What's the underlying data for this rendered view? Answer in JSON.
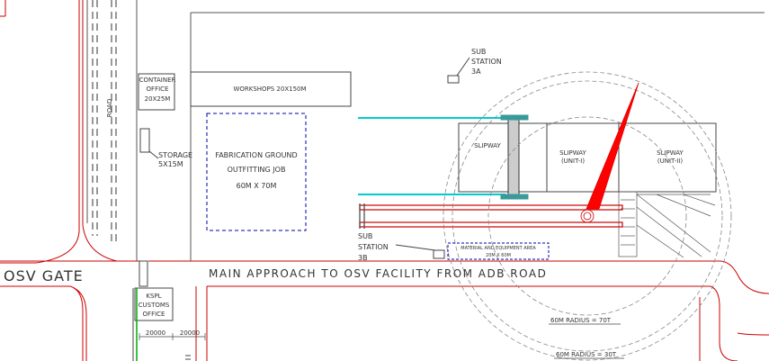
{
  "labels": {
    "sub_station_3a": [
      "SUB",
      "STATION",
      "3A"
    ],
    "sub_station_3b": [
      "SUB",
      "STATION",
      "3B"
    ],
    "container_office": [
      "CONTAINER",
      "OFFICE",
      "20X25M"
    ],
    "workshops": "WORKSHOPS 20X150M",
    "storage": [
      "STORAGE",
      "5X15M"
    ],
    "fabrication": [
      "FABRICATION GROUND",
      "OUTFITTING JOB",
      "60M X 70M"
    ],
    "road_vertical": "ROAD",
    "osv_gate": "OSV GATE",
    "main_approach": "MAIN APPROACH TO OSV FACILITY FROM ADB ROAD",
    "kspl_office": [
      "KSPL",
      "CUSTOMS",
      "OFFICE"
    ],
    "slipway": "SLIPWAY",
    "slipway_unit1": [
      "SLIPWAY",
      "(UNIT-I)"
    ],
    "slipway_unit2": [
      "SLIPWAY",
      "(UNIT-II)"
    ],
    "material_area": [
      "MATERIAL AND EQUIPMENT AREA",
      "20M X 60M"
    ],
    "radius_inner": "60M RADIUS = 70T",
    "radius_outer": "60M RADIUS = 30T",
    "dim_1": "20000",
    "dim_2": "20000"
  },
  "colors": {
    "road_edge": "#cc0000",
    "line": "#444444",
    "cyan": "#00cccc",
    "blue_dash": "#0000aa",
    "crane_red": "#ff0000",
    "green": "#00aa00",
    "teal": "#3a9a9a"
  }
}
